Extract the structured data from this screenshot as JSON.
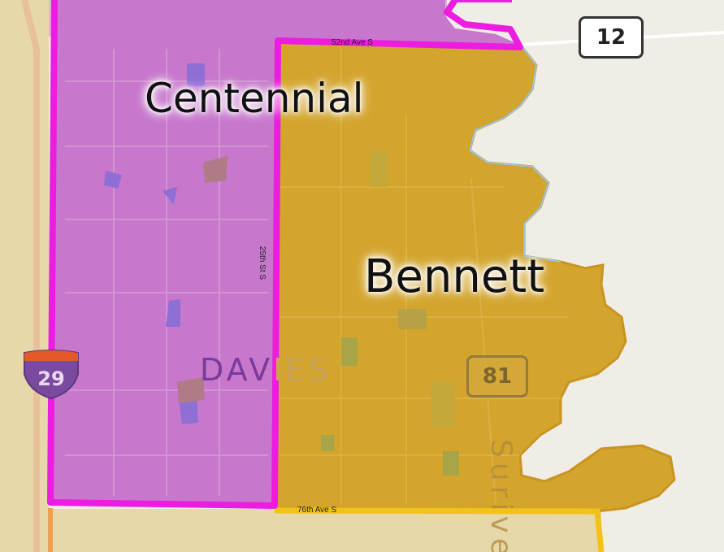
{
  "zones": {
    "centennial": {
      "label": "Centennial",
      "color": "#c777cc",
      "border": "#ec1ce0"
    },
    "bennett": {
      "label": "Bennett",
      "color": "#d4a52d",
      "border": "#d89b1c"
    }
  },
  "neighborhood": {
    "label_main": "DAV",
    "label_tail": "IES"
  },
  "streets": {
    "north": "52nd Ave S",
    "south": "76th Ave S",
    "west": "25th St S"
  },
  "highways": {
    "hwy12": "12",
    "hwy81": "81",
    "interstate": "29"
  },
  "vertical_text": "Surive",
  "colors": {
    "background": "#f0ede6",
    "river": "#9fc4d8"
  }
}
